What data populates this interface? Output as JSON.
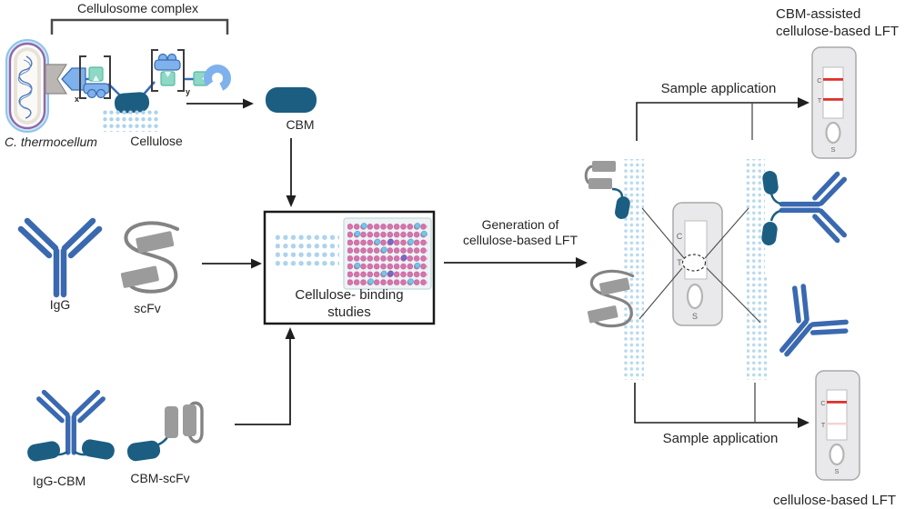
{
  "colors": {
    "antibody_blue": "#3a69b0",
    "cbm_dark_blue": "#1b5e82",
    "scfv_gray": "#9b9b9b",
    "cellulose_light_blue": "#b8d9ee",
    "cohesin_teal": "#8ed8c5",
    "enzyme_light_blue": "#7fb2ec",
    "well_pink": "#d874ac",
    "well_cyan": "#74c6e8",
    "well_purple": "#7b68c8",
    "test_line_red": "#e0312e",
    "cassette_gray": "#e9e9eb"
  },
  "cellulosome": {
    "bracket_label": "Cellulosome complex",
    "organism_label": "C. thermocellum",
    "cellulose_label": "Cellulose",
    "subscript_x": "x",
    "subscript_y": "y"
  },
  "cbm": {
    "label": "CBM"
  },
  "binders": {
    "igg_label": "IgG",
    "scfv_label": "scFv",
    "igg_cbm_label": "IgG-CBM",
    "cbm_scfv_label": "CBM-scFv"
  },
  "binding_box": {
    "line1": "Cellulose- binding",
    "line2": "studies"
  },
  "generation_arrow": {
    "line1": "Generation of",
    "line2": "cellulose-based LFT"
  },
  "lft_labels": {
    "control": "C",
    "test": "T",
    "sample": "S"
  },
  "top_branch": {
    "sample_application": "Sample application",
    "title_line1": "CBM-assisted",
    "title_line2": "cellulose-based LFT"
  },
  "bottom_branch": {
    "sample_application": "Sample application",
    "title": "cellulose-based LFT"
  }
}
